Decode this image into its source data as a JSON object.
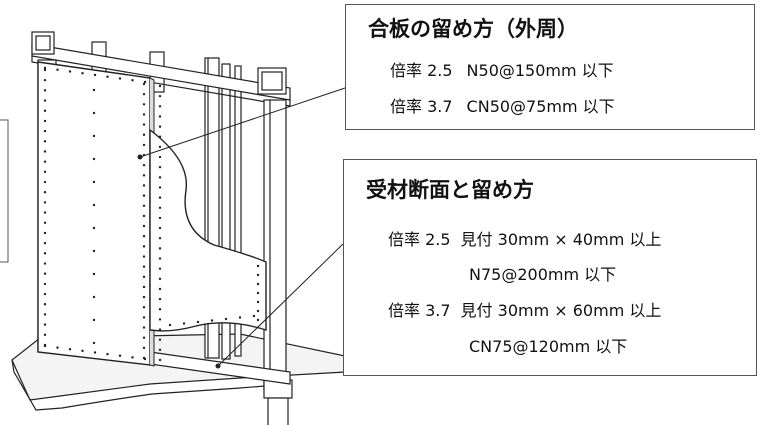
{
  "plywood_fastening": {
    "title": "合板の留め方（外周）",
    "rows": [
      {
        "ratio": "倍率 2.5",
        "spec": "N50@150mm 以下"
      },
      {
        "ratio": "倍率 3.7",
        "spec": "CN50@75mm 以下"
      }
    ]
  },
  "receiver_section": {
    "title": "受材断面と留め方",
    "rows": [
      {
        "ratio": "倍率 2.5",
        "section": "見付 30mm × 40mm 以上",
        "nail": "N75@200mm 以下"
      },
      {
        "ratio": "倍率 3.7",
        "section": "見付 30mm × 60mm 以上",
        "nail": "CN75@120mm 以下"
      }
    ]
  },
  "colors": {
    "line": "#222222",
    "fill": "#ffffff",
    "shadow": "#cfcfcf",
    "box_border": "#555555"
  }
}
